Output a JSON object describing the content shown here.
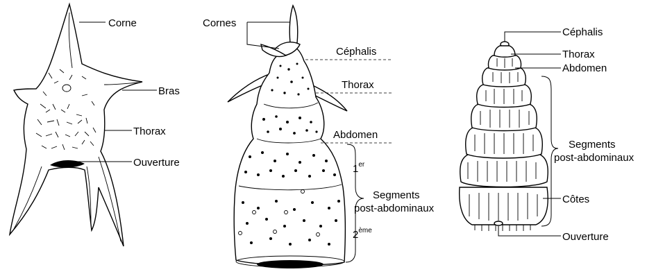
{
  "figure1": {
    "labels": {
      "corne": "Corne",
      "bras": "Bras",
      "thorax": "Thorax",
      "ouverture": "Ouverture"
    }
  },
  "figure2": {
    "labels": {
      "cornes": "Cornes",
      "cephalis": "Céphalis",
      "thorax": "Thorax",
      "abdomen": "Abdomen",
      "first": "1",
      "first_sup": "er",
      "second": "2",
      "second_sup": "ème",
      "segments_line1": "Segments",
      "segments_line2": "post-abdominaux"
    }
  },
  "figure3": {
    "labels": {
      "cephalis": "Céphalis",
      "thorax": "Thorax",
      "abdomen": "Abdomen",
      "segments_line1": "Segments",
      "segments_line2": "post-abdominaux",
      "cotes": "Côtes",
      "ouverture": "Ouverture"
    }
  }
}
